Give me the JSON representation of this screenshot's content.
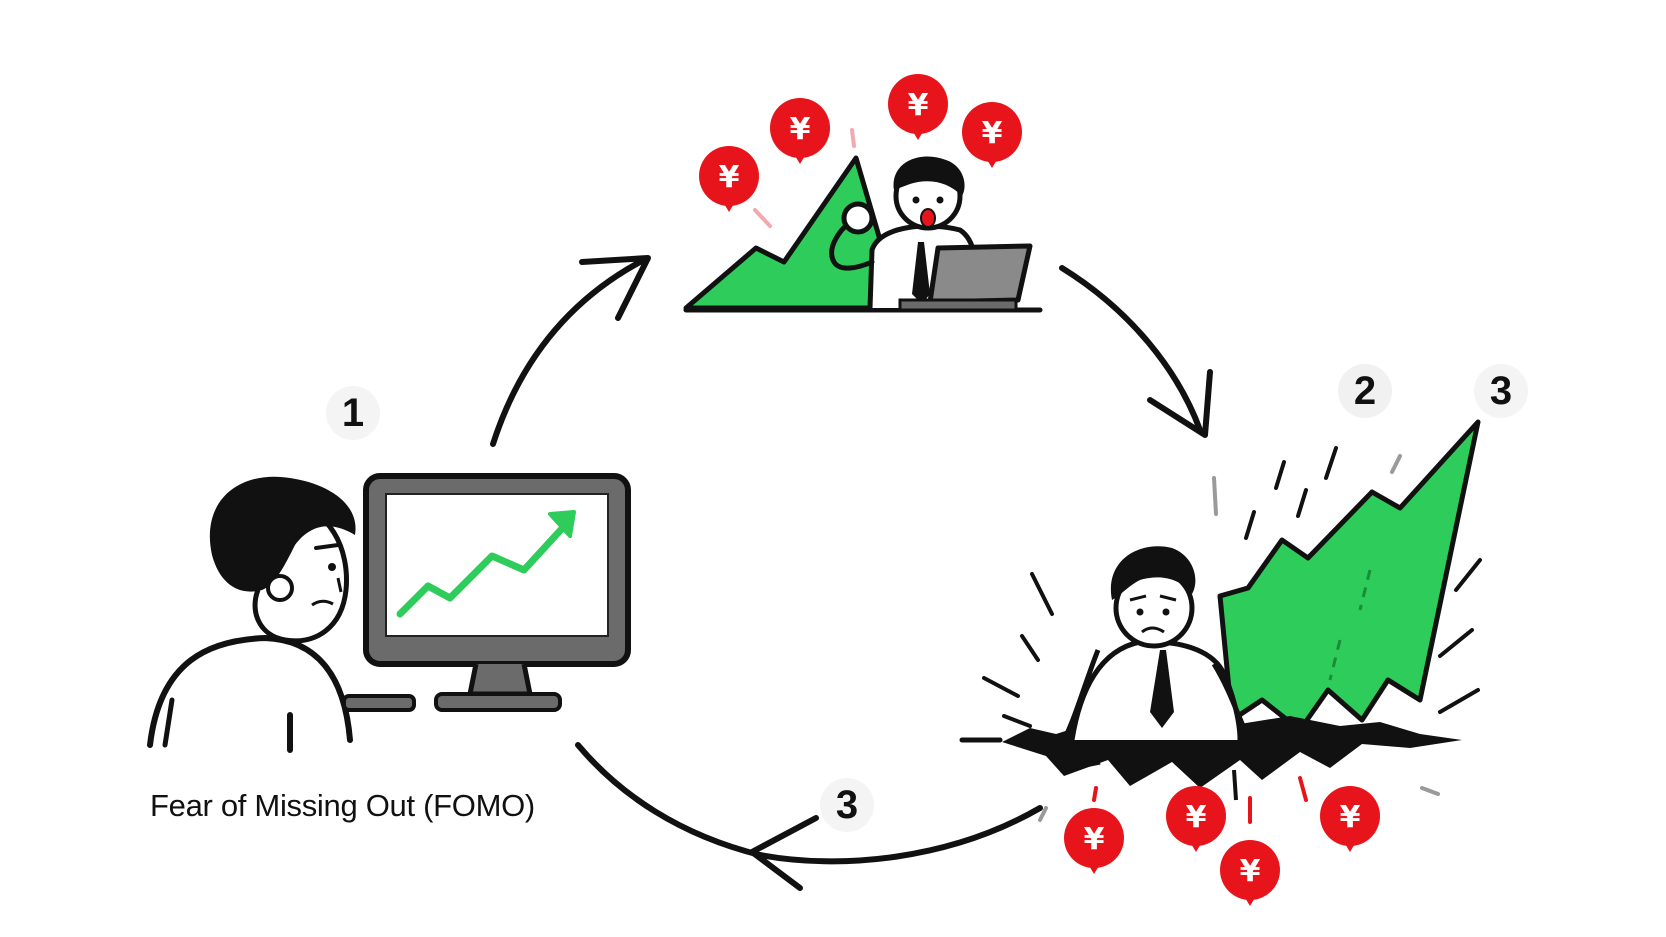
{
  "diagram": {
    "caption": "Fear of Missing Out (FOMO)",
    "steps": [
      {
        "id": "step-1",
        "label": "1"
      },
      {
        "id": "step-2",
        "label": "2"
      },
      {
        "id": "step-3-top",
        "label": "3"
      },
      {
        "id": "step-3-bottom",
        "label": "3"
      }
    ],
    "yen_symbol": "¥",
    "colors": {
      "chart_green": "#2ecc5a",
      "coin_red": "#e8141b",
      "outline": "#111111",
      "monitor_gray": "#6b6b6b"
    },
    "icons": [
      "cycle-arrow-icon",
      "yen-coin-icon",
      "worried-investor-icon",
      "monitor-rising-chart-icon",
      "excited-investor-icon",
      "collapsed-investor-icon"
    ]
  }
}
